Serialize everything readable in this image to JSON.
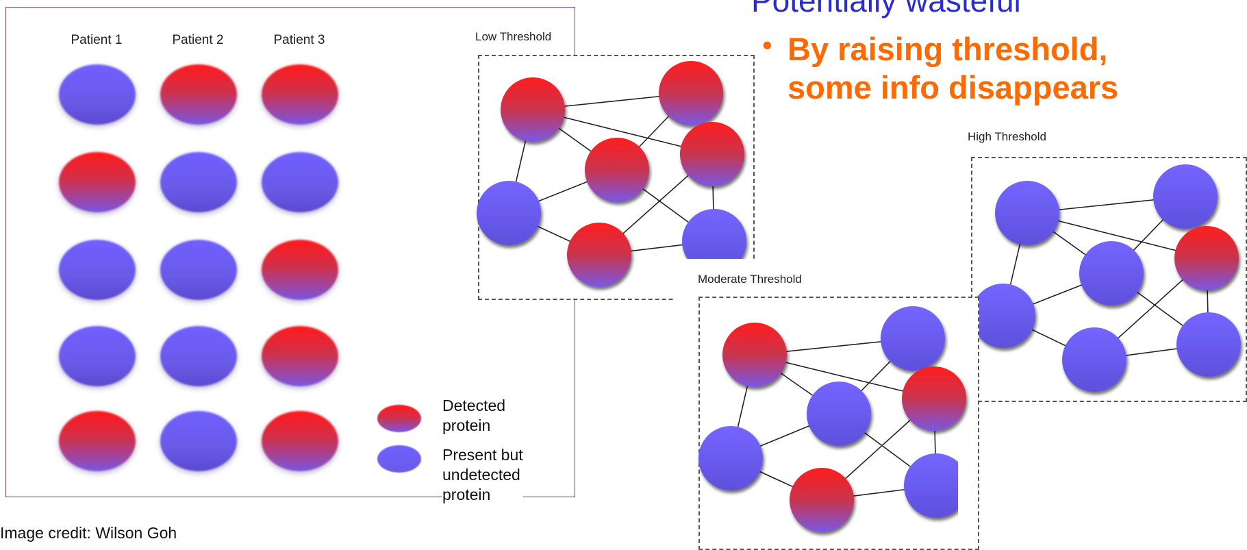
{
  "heading": "Potentially wasteful",
  "bullet": {
    "line1": "By raising threshold,",
    "line2": "some info disappears"
  },
  "matrix": {
    "patients": [
      "Patient 1",
      "Patient 2",
      "Patient 3"
    ],
    "rows": [
      [
        "present",
        "detected",
        "detected"
      ],
      [
        "detected",
        "present",
        "present"
      ],
      [
        "present",
        "present",
        "detected"
      ],
      [
        "present",
        "present",
        "detected"
      ],
      [
        "detected",
        "present",
        "detected"
      ]
    ]
  },
  "legend": {
    "detected_label_1": "Detected",
    "detected_label_2": "protein",
    "present_label_1": "Present but",
    "present_label_2": "undetected",
    "present_label_3": "protein"
  },
  "credit": "Image credit: Wilson Goh",
  "panels": {
    "low": {
      "title": "Low Threshold",
      "nodes": [
        "detected",
        "detected",
        "detected",
        "detected",
        "present",
        "detected",
        "present"
      ]
    },
    "moderate": {
      "title": "Moderate Threshold",
      "nodes": [
        "detected",
        "present",
        "present",
        "detected",
        "present",
        "detected",
        "present"
      ]
    },
    "high": {
      "title": "High Threshold",
      "nodes": [
        "present",
        "present",
        "present",
        "detected",
        "present",
        "present",
        "present"
      ]
    }
  },
  "colors": {
    "detected_top": "#ff1a1a",
    "detected_bottom": "#7a55e0",
    "present": "#6a5ae8",
    "heading": "#2b2bcf",
    "bullet": "#ff6a00",
    "frame": "#6a3a8a"
  }
}
